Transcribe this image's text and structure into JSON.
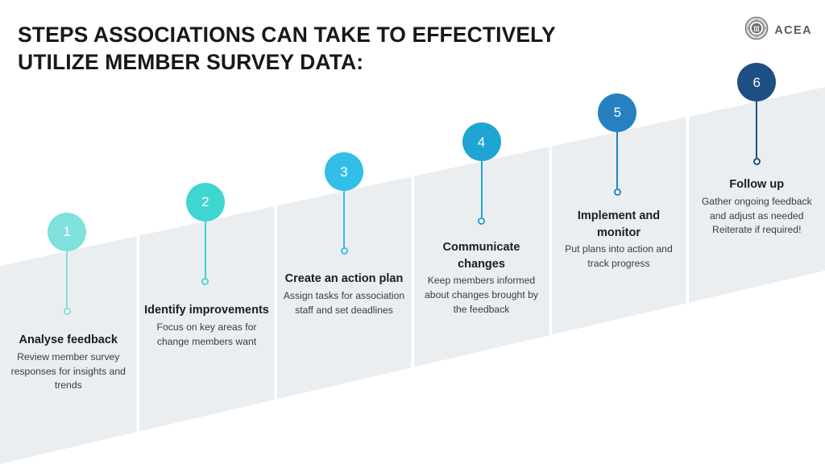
{
  "title": {
    "line1": "STEPS ASSOCIATIONS CAN TAKE TO EFFECTIVELY",
    "line2": "UTILIZE MEMBER SURVEY DATA:"
  },
  "logo": {
    "wordmark": "ACEA",
    "seal_icon": "circular-seal-icon"
  },
  "theme": {
    "background": "#ffffff",
    "panel_fill": "#eaeef1",
    "panel_gap": "#ffffff",
    "title_color": "#17181a",
    "body_text_color": "#3a3c40"
  },
  "steps": [
    {
      "number": "1",
      "heading": "Analyse feedback",
      "body": "Review member survey responses for insights and trends",
      "color": "#7fe0dc"
    },
    {
      "number": "2",
      "heading": "Identify improvements",
      "body": "Focus on key areas for change members want",
      "color": "#3fd5d0"
    },
    {
      "number": "3",
      "heading": "Create an action plan",
      "body": "Assign tasks for association staff and set deadlines",
      "color": "#33bee8"
    },
    {
      "number": "4",
      "heading": "Communicate changes",
      "body": "Keep members informed about changes brought by the feedback",
      "color": "#1fa5d3"
    },
    {
      "number": "5",
      "heading": "Implement and monitor",
      "body": "Put plans into action and track progress",
      "color": "#2680c2"
    },
    {
      "number": "6",
      "heading": "Follow up",
      "body": "Gather ongoing feedback and adjust as needed Reiterate if required!",
      "color": "#1e4f82"
    }
  ]
}
